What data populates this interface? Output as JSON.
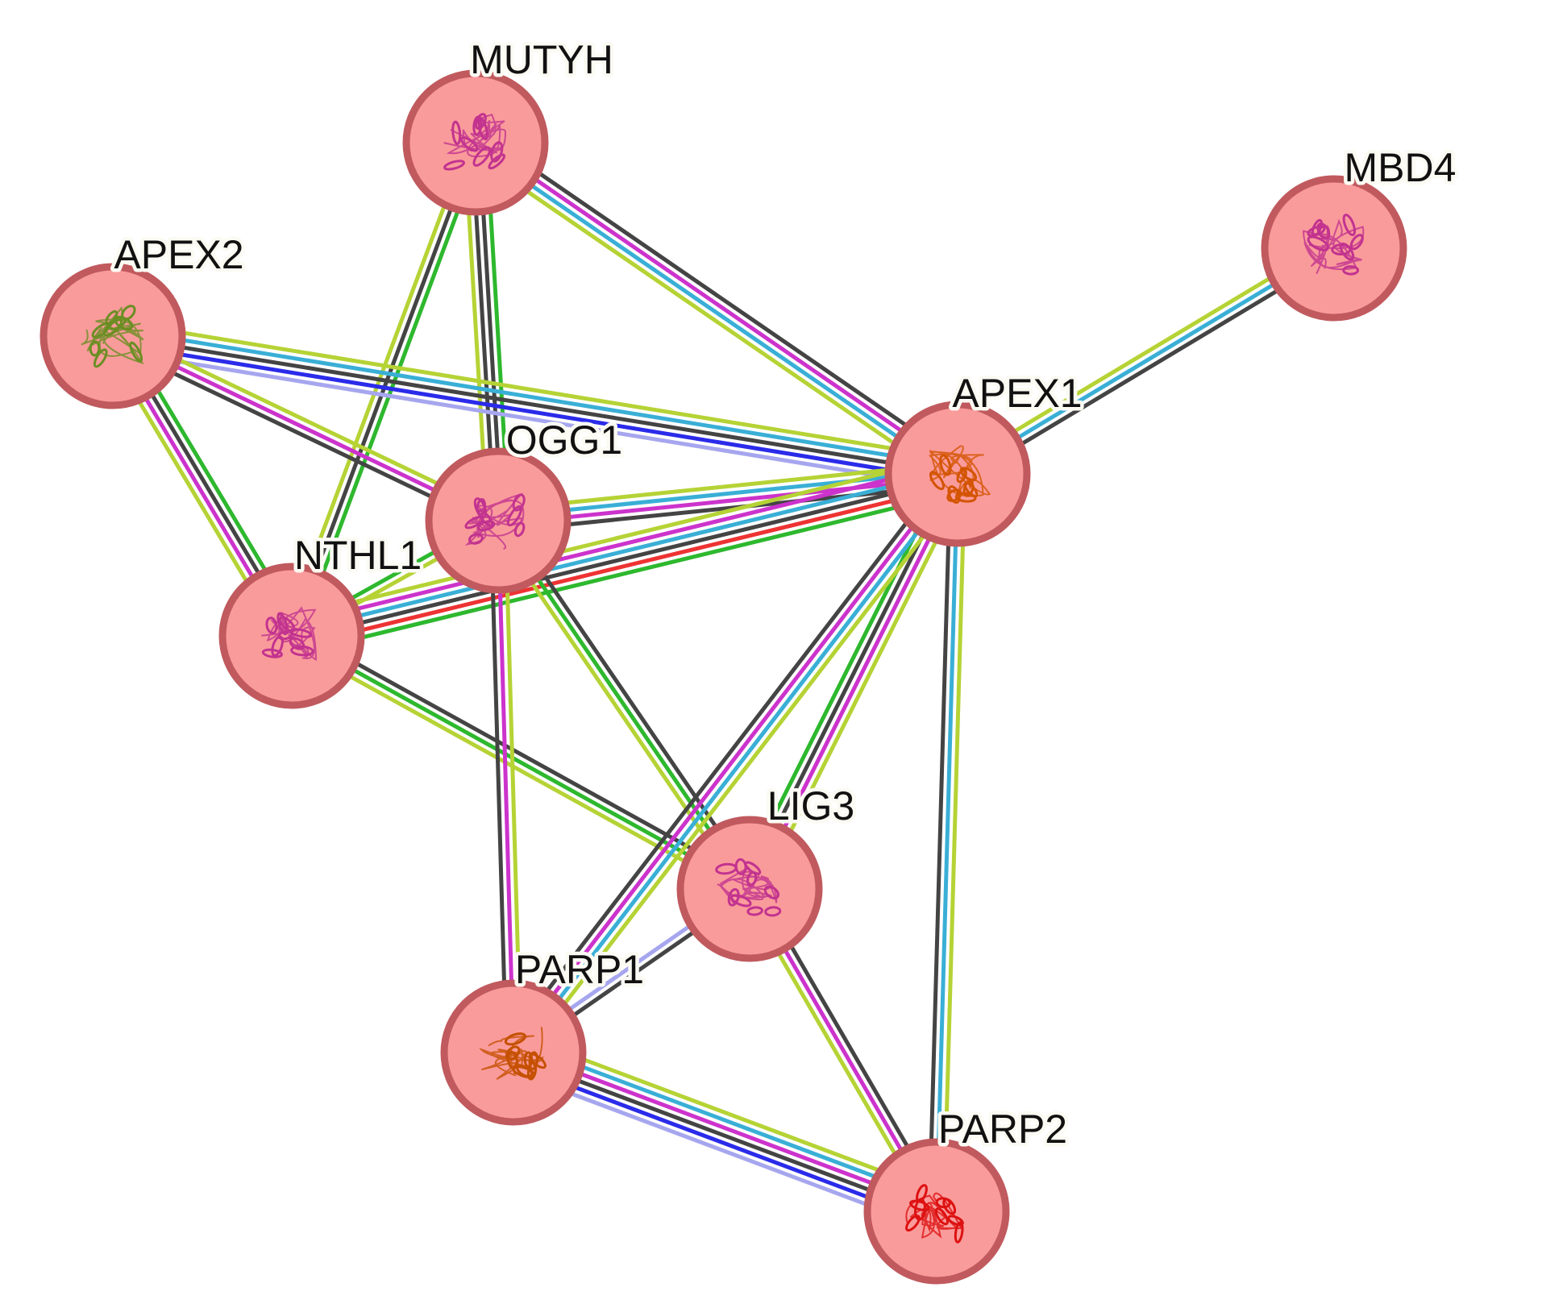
{
  "network": {
    "nodes": [
      {
        "id": "MUTYH",
        "label": "MUTYH",
        "structure_icon": "protein-structure-magenta",
        "structure_color": "#c2338f"
      },
      {
        "id": "MBD4",
        "label": "MBD4",
        "structure_icon": "protein-structure-magenta",
        "structure_color": "#c2338f"
      },
      {
        "id": "APEX2",
        "label": "APEX2",
        "structure_icon": "protein-structure-multicolor",
        "structure_color": "#6b8e23"
      },
      {
        "id": "APEX1",
        "label": "APEX1",
        "structure_icon": "protein-structure-orange",
        "structure_color": "#d35400"
      },
      {
        "id": "OGG1",
        "label": "OGG1",
        "structure_icon": "protein-structure-magenta",
        "structure_color": "#c2338f"
      },
      {
        "id": "NTHL1",
        "label": "NTHL1",
        "structure_icon": "protein-structure-magenta",
        "structure_color": "#c2338f"
      },
      {
        "id": "LIG3",
        "label": "LIG3",
        "structure_icon": "protein-structure-magenta",
        "structure_color": "#c2338f"
      },
      {
        "id": "PARP1",
        "label": "PARP1",
        "structure_icon": "protein-structure-orange",
        "structure_color": "#c55000"
      },
      {
        "id": "PARP2",
        "label": "PARP2",
        "structure_icon": "protein-structure-red",
        "structure_color": "#dd1111"
      }
    ],
    "edge_colors": {
      "green": "#2eb82e",
      "black": "#444444",
      "yellowgreen": "#b5d335",
      "cyan": "#3aafd6",
      "magenta": "#cc33cc",
      "blue": "#2b2bea",
      "lavender": "#a6a6ef",
      "red": "#ee3333"
    },
    "edges": [
      {
        "source": "MUTYH",
        "target": "APEX1",
        "channels": [
          "black",
          "magenta",
          "cyan",
          "yellowgreen"
        ]
      },
      {
        "source": "MUTYH",
        "target": "OGG1",
        "channels": [
          "green",
          "black",
          "black",
          "yellowgreen"
        ]
      },
      {
        "source": "MUTYH",
        "target": "NTHL1",
        "channels": [
          "green",
          "black",
          "yellowgreen"
        ]
      },
      {
        "source": "MBD4",
        "target": "APEX1",
        "channels": [
          "black",
          "cyan",
          "yellowgreen"
        ]
      },
      {
        "source": "APEX2",
        "target": "APEX1",
        "channels": [
          "yellowgreen",
          "cyan",
          "black",
          "blue",
          "lavender"
        ]
      },
      {
        "source": "APEX2",
        "target": "OGG1",
        "channels": [
          "yellowgreen",
          "magenta",
          "black"
        ]
      },
      {
        "source": "APEX2",
        "target": "NTHL1",
        "channels": [
          "green",
          "black",
          "magenta",
          "yellowgreen"
        ]
      },
      {
        "source": "OGG1",
        "target": "APEX1",
        "channels": [
          "yellowgreen",
          "cyan",
          "magenta",
          "black"
        ]
      },
      {
        "source": "NTHL1",
        "target": "APEX1",
        "channels": [
          "yellowgreen",
          "magenta",
          "cyan",
          "black",
          "red",
          "green"
        ]
      },
      {
        "source": "NTHL1",
        "target": "OGG1",
        "channels": [
          "green",
          "yellowgreen"
        ]
      },
      {
        "source": "NTHL1",
        "target": "LIG3",
        "channels": [
          "black",
          "green",
          "yellowgreen"
        ]
      },
      {
        "source": "OGG1",
        "target": "LIG3",
        "channels": [
          "black",
          "green",
          "yellowgreen"
        ]
      },
      {
        "source": "OGG1",
        "target": "PARP1",
        "channels": [
          "yellowgreen",
          "magenta",
          "black"
        ]
      },
      {
        "source": "APEX1",
        "target": "LIG3",
        "channels": [
          "yellowgreen",
          "magenta",
          "black",
          "green"
        ]
      },
      {
        "source": "APEX1",
        "target": "PARP1",
        "channels": [
          "yellowgreen",
          "cyan",
          "magenta",
          "black"
        ]
      },
      {
        "source": "APEX1",
        "target": "PARP2",
        "channels": [
          "yellowgreen",
          "cyan",
          "black"
        ]
      },
      {
        "source": "LIG3",
        "target": "PARP1",
        "channels": [
          "black",
          "lavender"
        ]
      },
      {
        "source": "LIG3",
        "target": "PARP2",
        "channels": [
          "black",
          "magenta",
          "yellowgreen"
        ]
      },
      {
        "source": "PARP1",
        "target": "PARP2",
        "channels": [
          "yellowgreen",
          "cyan",
          "magenta",
          "black",
          "blue",
          "lavender"
        ]
      }
    ]
  }
}
